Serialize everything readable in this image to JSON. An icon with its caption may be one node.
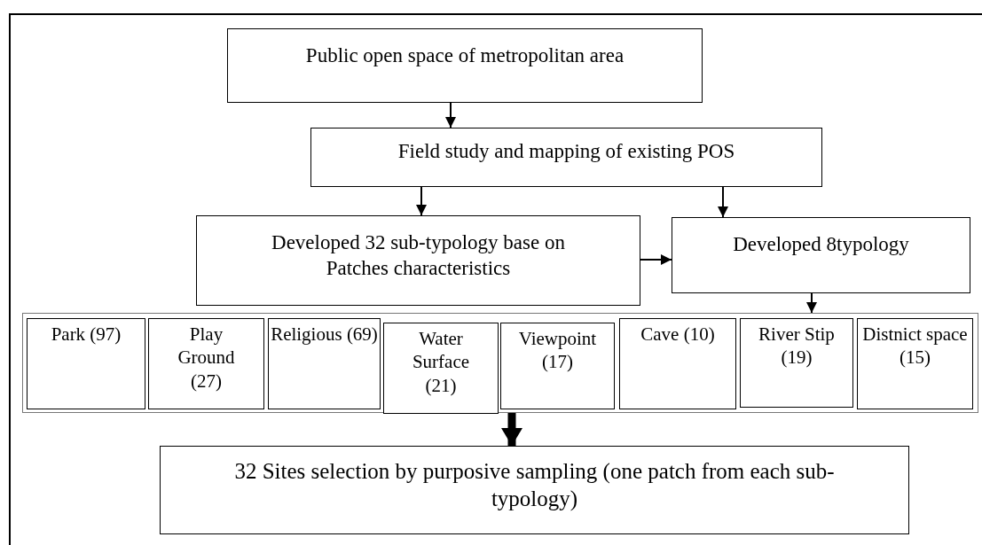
{
  "diagram": {
    "nodes": [
      {
        "text": [
          "Public open space of metropolitan area"
        ]
      },
      {
        "text": [
          "Field study and mapping of existing POS"
        ]
      },
      {
        "text": [
          "Developed 32 sub-typology base on Patches characteristics"
        ]
      },
      {
        "text": [
          "Developed 8typology"
        ]
      },
      {
        "text": [],
        "shape": "box"
      },
      {
        "text": [
          "Park (97)"
        ],
        "in": 4
      },
      {
        "text": [
          "Play Ground (27)"
        ],
        "in": 4
      },
      {
        "text": [
          "Religious (69)"
        ],
        "in": 4
      },
      {
        "text": [
          "Water Surface (21)"
        ],
        "in": 4
      },
      {
        "text": [
          "Viewpoint (17)"
        ],
        "in": 4
      },
      {
        "text": [
          "Cave (10)"
        ],
        "in": 4
      },
      {
        "text": [
          "River Stip (19)"
        ],
        "in": 4
      },
      {
        "text": [
          "Distnict space (15)"
        ],
        "in": 4
      },
      {
        "text": [
          "32 Sites selection by purposive sampling (one patch from each sub-typology)"
        ]
      }
    ],
    "edges": [
      {
        "from": 0,
        "to": 1,
        "arrow": "to"
      },
      {
        "from": 1,
        "to": 2,
        "arrow": "to"
      },
      {
        "from": 1,
        "to": 3,
        "arrow": "to"
      },
      {
        "from": 2,
        "to": 3,
        "arrow": "to"
      },
      {
        "from": 3,
        "to": 4,
        "arrow": "to"
      },
      {
        "from": 4,
        "to": 13,
        "arrow": "to",
        "style": "thick"
      }
    ]
  }
}
